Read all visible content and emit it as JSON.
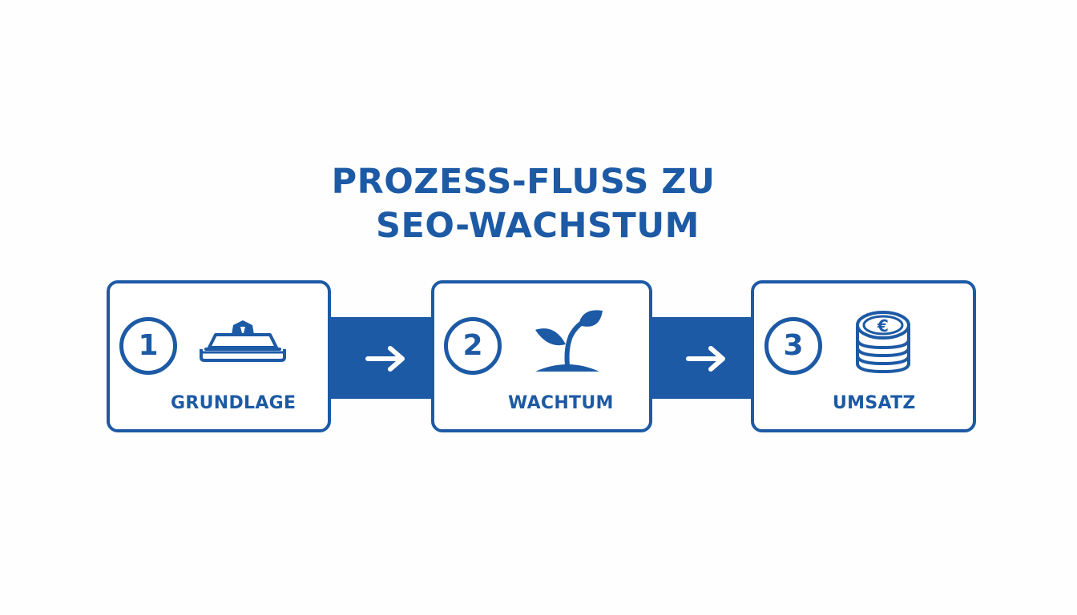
{
  "title": {
    "line1": "PROZESS-FLUSS ZU",
    "line2": "SEO-WACHSTUM"
  },
  "colors": {
    "primary": "#1d5aa5",
    "background": "#ffffff"
  },
  "steps": [
    {
      "number": "1",
      "label": "GRUNDLAGE",
      "icon": "foundation-icon"
    },
    {
      "number": "2",
      "label": "WACHTUM",
      "icon": "sprout-icon"
    },
    {
      "number": "3",
      "label": "UMSATZ",
      "icon": "euro-coins-icon"
    }
  ],
  "connectors": [
    {
      "icon": "arrow-right-icon"
    },
    {
      "icon": "arrow-right-icon"
    }
  ]
}
